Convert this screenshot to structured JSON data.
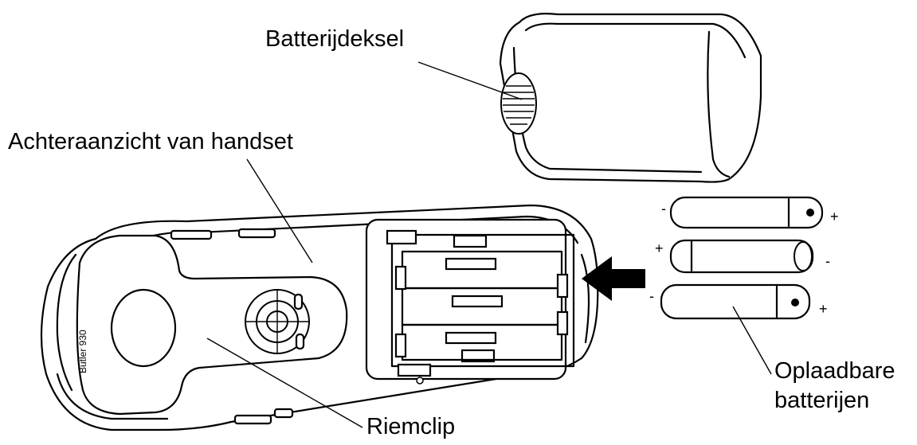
{
  "labels": {
    "cover": "Batterijdeksel",
    "back": "Achteraanzicht van handset",
    "clip": "Riemclip",
    "batteries_line1": "Oplaadbare",
    "batteries_line2": "batterijen"
  },
  "brand": "Butler 930",
  "polarity": {
    "b1_left": "-",
    "b1_right": "+",
    "b2_left": "+",
    "b2_right": "-",
    "b3_left": "-",
    "b3_right": "+"
  }
}
